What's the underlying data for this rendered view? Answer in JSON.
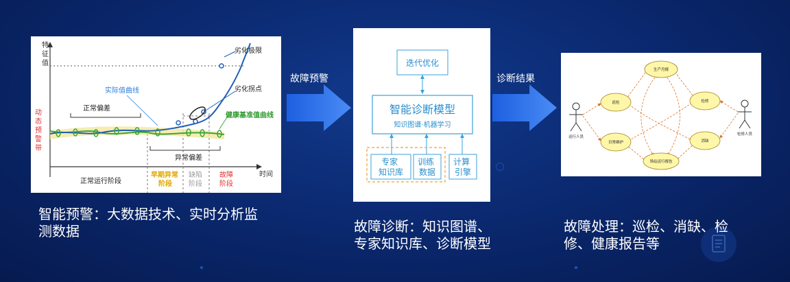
{
  "panels": {
    "warning": {
      "caption": "智能预警：大数据技术、实时分析监\n测数据",
      "chart": {
        "y_axis_label": "特\n征\n值",
        "x_axis_label": "时间",
        "band_label": "动\n态\n预\n警\n带",
        "labels": {
          "deterioration_limit": "劣化极限",
          "actual_curve": "实际值曲线",
          "inflection": "劣化拐点",
          "normal_deviation": "正常偏差",
          "baseline_curve": "健康基准值曲线",
          "abnormal_deviation": "异常偏差"
        },
        "stages": [
          {
            "label": "正常运行阶段",
            "color": "#222222"
          },
          {
            "label": "早期异常\n阶段",
            "color": "#e0a800"
          },
          {
            "label": "缺陷\n阶段",
            "color": "#999999"
          },
          {
            "label": "故障\n阶段",
            "color": "#e03030"
          }
        ]
      }
    },
    "diagnosis": {
      "caption": "故障诊断：知识图谱、\n专家知识库、诊断模型",
      "iterate": "迭代优化",
      "model_title": "智能诊断模型",
      "model_subtitle": "知识图谱·机器学习",
      "inputs": [
        "专家\n知识库",
        "训练\n数据",
        "计算\n引擎"
      ]
    },
    "handling": {
      "caption": "故障处理：巡检、消缺、检\n修、健康报告等",
      "nodes": [
        "生产月报",
        "巡检",
        "检修",
        "日常维护",
        "消缺",
        "场站运行报告"
      ],
      "actors": [
        "运行人员",
        "检修人员"
      ]
    }
  },
  "arrows": [
    {
      "label": "故障预警"
    },
    {
      "label": "诊断结果"
    }
  ]
}
